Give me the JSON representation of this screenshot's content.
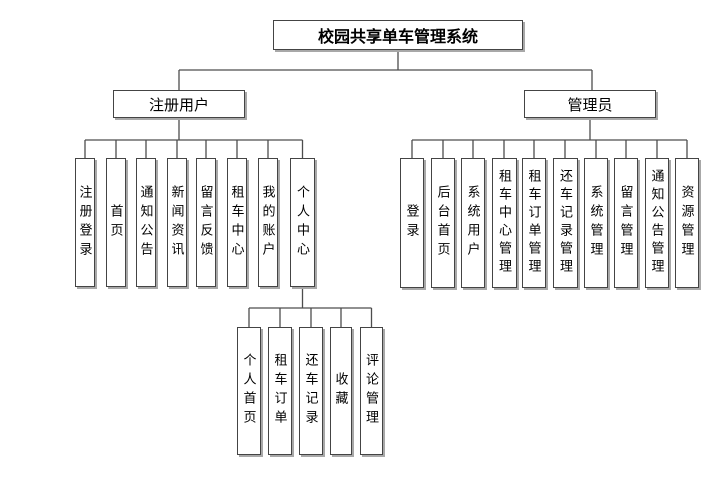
{
  "diagram_title": "校园共享单车管理系统",
  "user_branch": {
    "label": "注册用户",
    "children": [
      "注册登录",
      "首页",
      "通知公告",
      "新闻资讯",
      "留言反馈",
      "租车中心",
      "我的账户",
      "个人中心"
    ]
  },
  "personal_center_branch": {
    "parent_label": "个人中心",
    "children": [
      "个人首页",
      "租车订单",
      "还车记录",
      "收藏",
      "评论管理"
    ]
  },
  "admin_branch": {
    "label": "管理员",
    "children": [
      "登录",
      "后台首页",
      "系统用户",
      "租车中心管理",
      "租车订单管理",
      "还车记录管理",
      "系统管理",
      "留言管理",
      "通知公告管理",
      "资源管理"
    ]
  },
  "colors": {
    "line": "#4d4d4d",
    "box_border": "#444444",
    "box_shadow": "#a8a8a8",
    "background": "#ffffff",
    "text": "#000000"
  }
}
